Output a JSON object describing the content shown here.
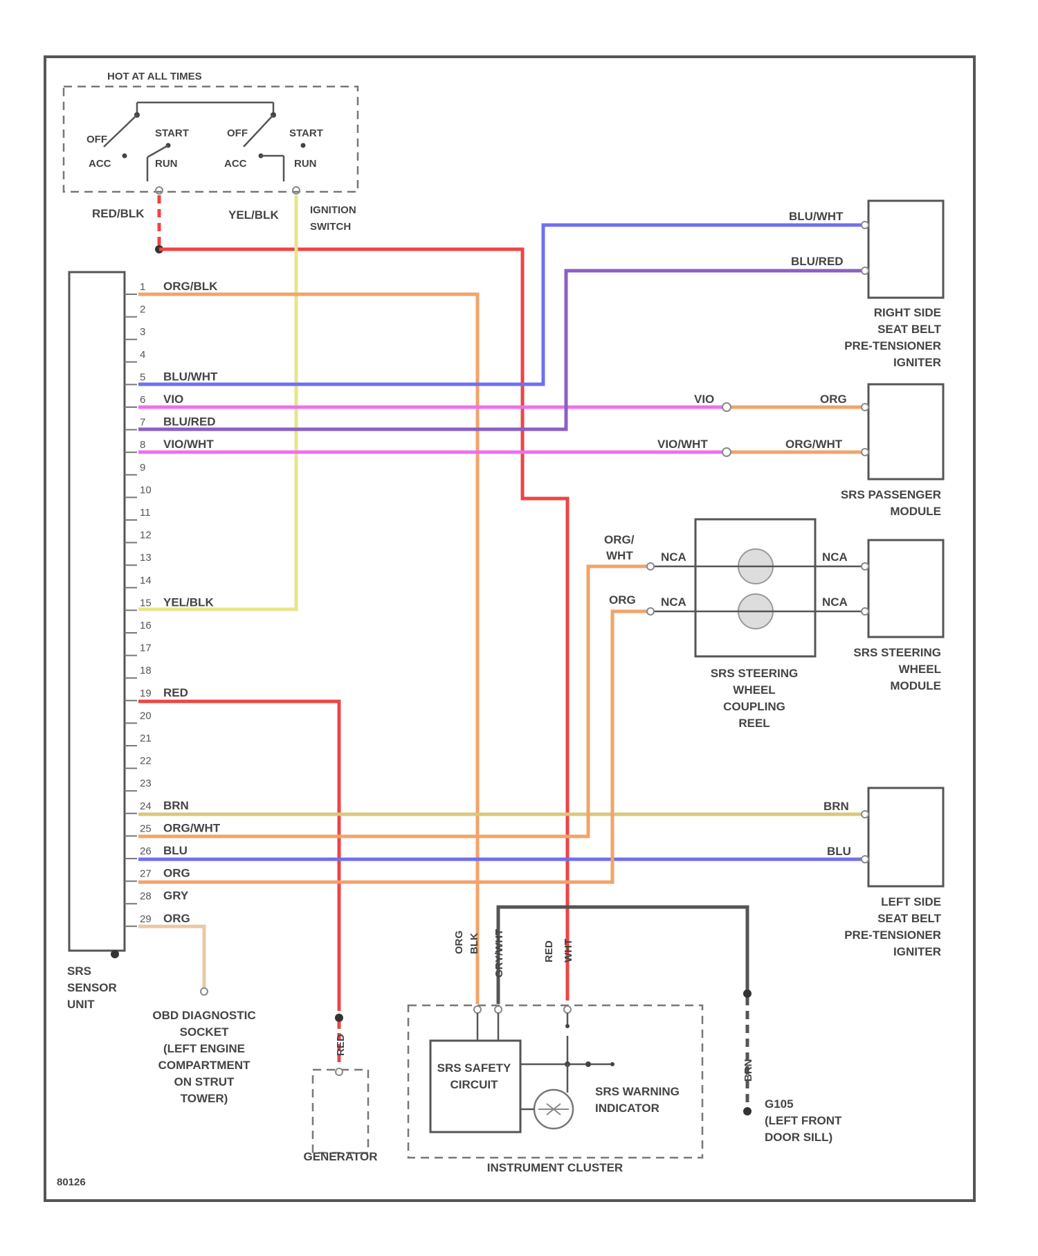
{
  "ignition": {
    "header": "HOT AT ALL TIMES",
    "left": {
      "off": "OFF",
      "start": "START",
      "acc": "ACC",
      "run": "RUN"
    },
    "right": {
      "off": "OFF",
      "start": "START",
      "acc": "ACC",
      "run": "RUN"
    },
    "title_line1": "IGNITION",
    "title_line2": "SWITCH",
    "wire_left": "RED/BLK",
    "wire_right": "YEL/BLK"
  },
  "sensor_unit": {
    "label_line1": "SRS",
    "label_line2": "SENSOR",
    "label_line3": "UNIT",
    "pins": [
      "1",
      "2",
      "3",
      "4",
      "5",
      "6",
      "7",
      "8",
      "9",
      "10",
      "11",
      "12",
      "13",
      "14",
      "15",
      "16",
      "17",
      "18",
      "19",
      "20",
      "21",
      "22",
      "23",
      "24",
      "25",
      "26",
      "27",
      "28",
      "29"
    ],
    "pin_wires": {
      "1": "ORG/BLK",
      "5": "BLU/WHT",
      "6": "VIO",
      "7": "BLU/RED",
      "8": "VIO/WHT",
      "15": "YEL/BLK",
      "19": "RED",
      "24": "BRN",
      "25": "ORG/WHT",
      "26": "BLU",
      "27": "ORG",
      "28": "GRY",
      "29": "ORG"
    }
  },
  "right_pretensioner": {
    "wire_top": "BLU/WHT",
    "wire_bottom": "BLU/RED",
    "label": [
      "RIGHT SIDE",
      "SEAT BELT",
      "PRE-TENSIONER",
      "IGNITER"
    ]
  },
  "passenger_module": {
    "wire_in_top": "VIO",
    "wire_out_top": "ORG",
    "wire_in_bottom": "VIO/WHT",
    "wire_out_bottom": "ORG/WHT",
    "label": [
      "SRS PASSENGER",
      "MODULE"
    ]
  },
  "coupling_reel": {
    "wire_top_line1": "ORG/",
    "wire_top_line2": "WHT",
    "wire_bottom": "ORG",
    "nca1": "NCA",
    "nca2": "NCA",
    "nca3": "NCA",
    "nca4": "NCA",
    "label": [
      "SRS STEERING",
      "WHEEL",
      "COUPLING",
      "REEL"
    ],
    "module_label": [
      "SRS STEERING",
      "WHEEL",
      "MODULE"
    ]
  },
  "left_pretensioner": {
    "wire_top": "BRN",
    "wire_bottom": "BLU",
    "label": [
      "LEFT SIDE",
      "SEAT BELT",
      "PRE-TENSIONER",
      "IGNITER"
    ]
  },
  "obd": {
    "label": [
      "OBD DIAGNOSTIC",
      "SOCKET",
      "(LEFT ENGINE",
      "COMPARTMENT",
      "ON STRUT",
      "TOWER)"
    ]
  },
  "generator": {
    "label": "GENERATOR",
    "wire": "RED"
  },
  "cluster": {
    "label": "INSTRUMENT CLUSTER",
    "safety_line1": "SRS SAFETY",
    "safety_line2": "CIRCUIT",
    "warning_line1": "SRS WARNING",
    "warning_line2": "INDICATOR",
    "wire_a": "ORG",
    "wire_a2": "BLK",
    "wire_b": "GRY/WHT",
    "wire_c": "RED",
    "wire_c2": "WHT"
  },
  "ground": {
    "label_line1": "G105",
    "label_line2": "(LEFT FRONT",
    "label_line3": "DOOR SILL)",
    "wire": "BRN"
  },
  "figure_id": "80126",
  "colors": {
    "red": "#ee4444",
    "yellow": "#e6e68a",
    "orange": "#f2a36a",
    "blue": "#6f6ff0",
    "violet": "#ef6ef0",
    "purple": "#8a5fc4",
    "dark": "#555555",
    "brown_yellow": "#d8c87a"
  }
}
